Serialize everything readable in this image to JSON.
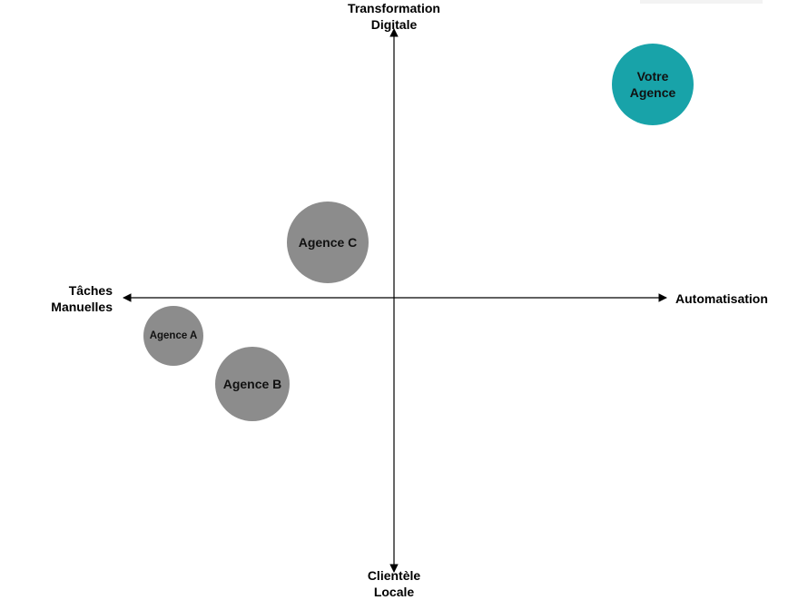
{
  "axes": {
    "top": [
      "Transformation",
      "Digitale"
    ],
    "bottom": [
      "Clientèle",
      "Locale"
    ],
    "left": [
      "Tâches",
      "Manuelles"
    ],
    "right": "Automatisation"
  },
  "bubbles": [
    {
      "id": "agence-a",
      "lines": [
        "Agence A"
      ],
      "color": "#8c8c8c"
    },
    {
      "id": "agence-b",
      "lines": [
        "Agence B"
      ],
      "color": "#8c8c8c"
    },
    {
      "id": "agence-c",
      "lines": [
        "Agence C"
      ],
      "color": "#8c8c8c"
    },
    {
      "id": "votre-agence",
      "lines": [
        "Votre",
        "Agence"
      ],
      "color": "#18a3a9"
    }
  ]
}
